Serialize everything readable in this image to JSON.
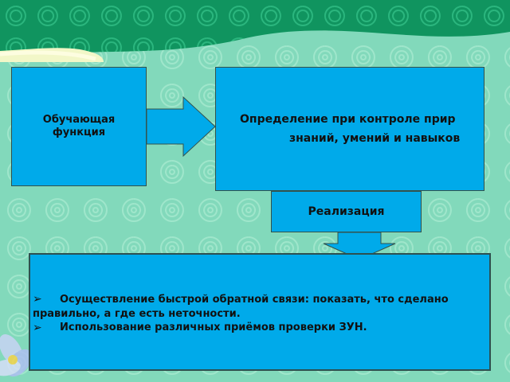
{
  "diagram": {
    "left_box_text": [
      "Обучающая",
      "функция"
    ],
    "right_box_line1": "Определение при контроле прир",
    "right_box_line2": "знаний, умений и навыков",
    "middle_box_text": "Реализация",
    "bullet_marker": "➢",
    "bullets": [
      "Осуществление быстрой обратной связи: показать, что сделано правильно, а где есть неточности.",
      "Использование различных приёмов проверки ЗУН."
    ]
  },
  "colors": {
    "background": "#7dd6b8",
    "box_fill": "#00aaea",
    "top_band": "#169d6b"
  }
}
